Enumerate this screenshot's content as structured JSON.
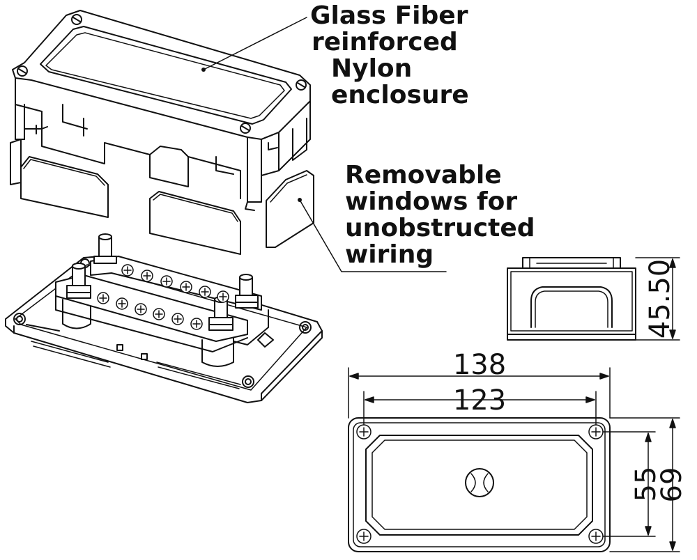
{
  "callouts": {
    "enclosure": [
      "Glass Fiber",
      "reinforced",
      "Nylon",
      "enclosure"
    ],
    "windows": [
      "Removable",
      "windows for",
      "unobstructed",
      "wiring"
    ]
  },
  "dimensions": {
    "width_outer": "138",
    "width_holes": "123",
    "height": "45.50",
    "depth_holes": "55",
    "depth_outer": "69"
  },
  "colors": {
    "line": "#111111",
    "background": "#ffffff"
  }
}
